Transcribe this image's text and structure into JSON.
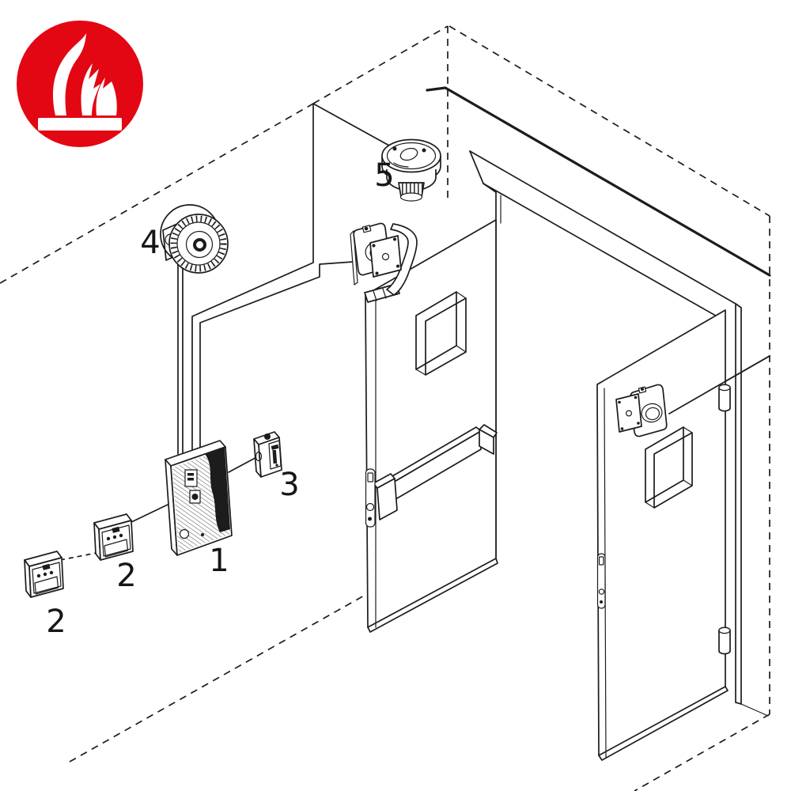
{
  "colors": {
    "line": "#1c1c1c",
    "background": "#ffffff",
    "accent_red": "#e30613",
    "glyph_white": "#ffffff"
  },
  "icon": {
    "name": "fire-warning",
    "description_glyph": "flame-over-baseline"
  },
  "labels": {
    "control_panel": "1",
    "call_point_far": "2",
    "call_point_near": "2",
    "door_release_switch": "3",
    "alarm_bell": "4",
    "smoke_detector": "5"
  }
}
